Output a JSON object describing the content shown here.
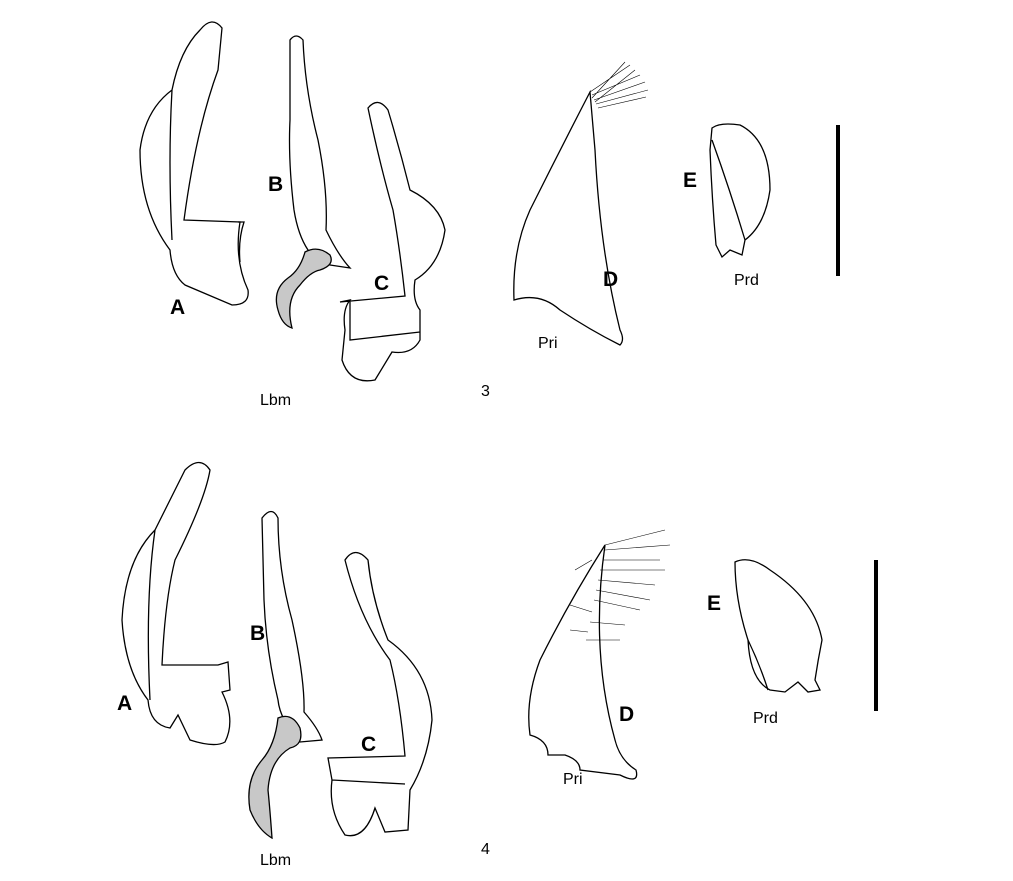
{
  "figures": [
    {
      "number": "3",
      "labels": {
        "a": "A",
        "b": "B",
        "c": "C",
        "d": "D",
        "e": "E",
        "lbm": "Lbm",
        "pri": "Pri",
        "prd": "Prd"
      }
    },
    {
      "number": "4",
      "labels": {
        "a": "A",
        "b": "B",
        "c": "C",
        "d": "D",
        "e": "E",
        "lbm": "Lbm",
        "pri": "Pri",
        "prd": "Prd"
      }
    }
  ],
  "colors": {
    "line": "#000000",
    "shade": "#c8c8c8"
  }
}
